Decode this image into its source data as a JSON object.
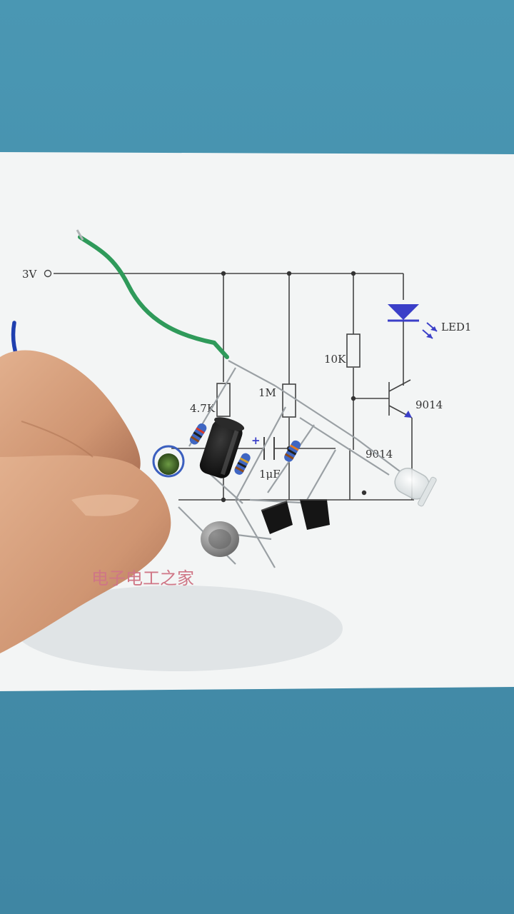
{
  "schematic": {
    "supply_label": "3V",
    "r1_label": "4.7K",
    "r2_label": "1M",
    "r3_label": "10K",
    "cap_label": "1μF",
    "cap_polarity": "+",
    "led_label": "LED1",
    "q1_label": "9014",
    "q2_label": "9014"
  },
  "watermark": "电子电工之家",
  "colors": {
    "table": "#4a93ad",
    "paper": "#f4f6f6",
    "ink": "#333333",
    "symbol": "#3b3fc8",
    "green_wire": "#2f9a5a",
    "blue_wire": "#1f3fae",
    "skin": "#d9a07c"
  }
}
